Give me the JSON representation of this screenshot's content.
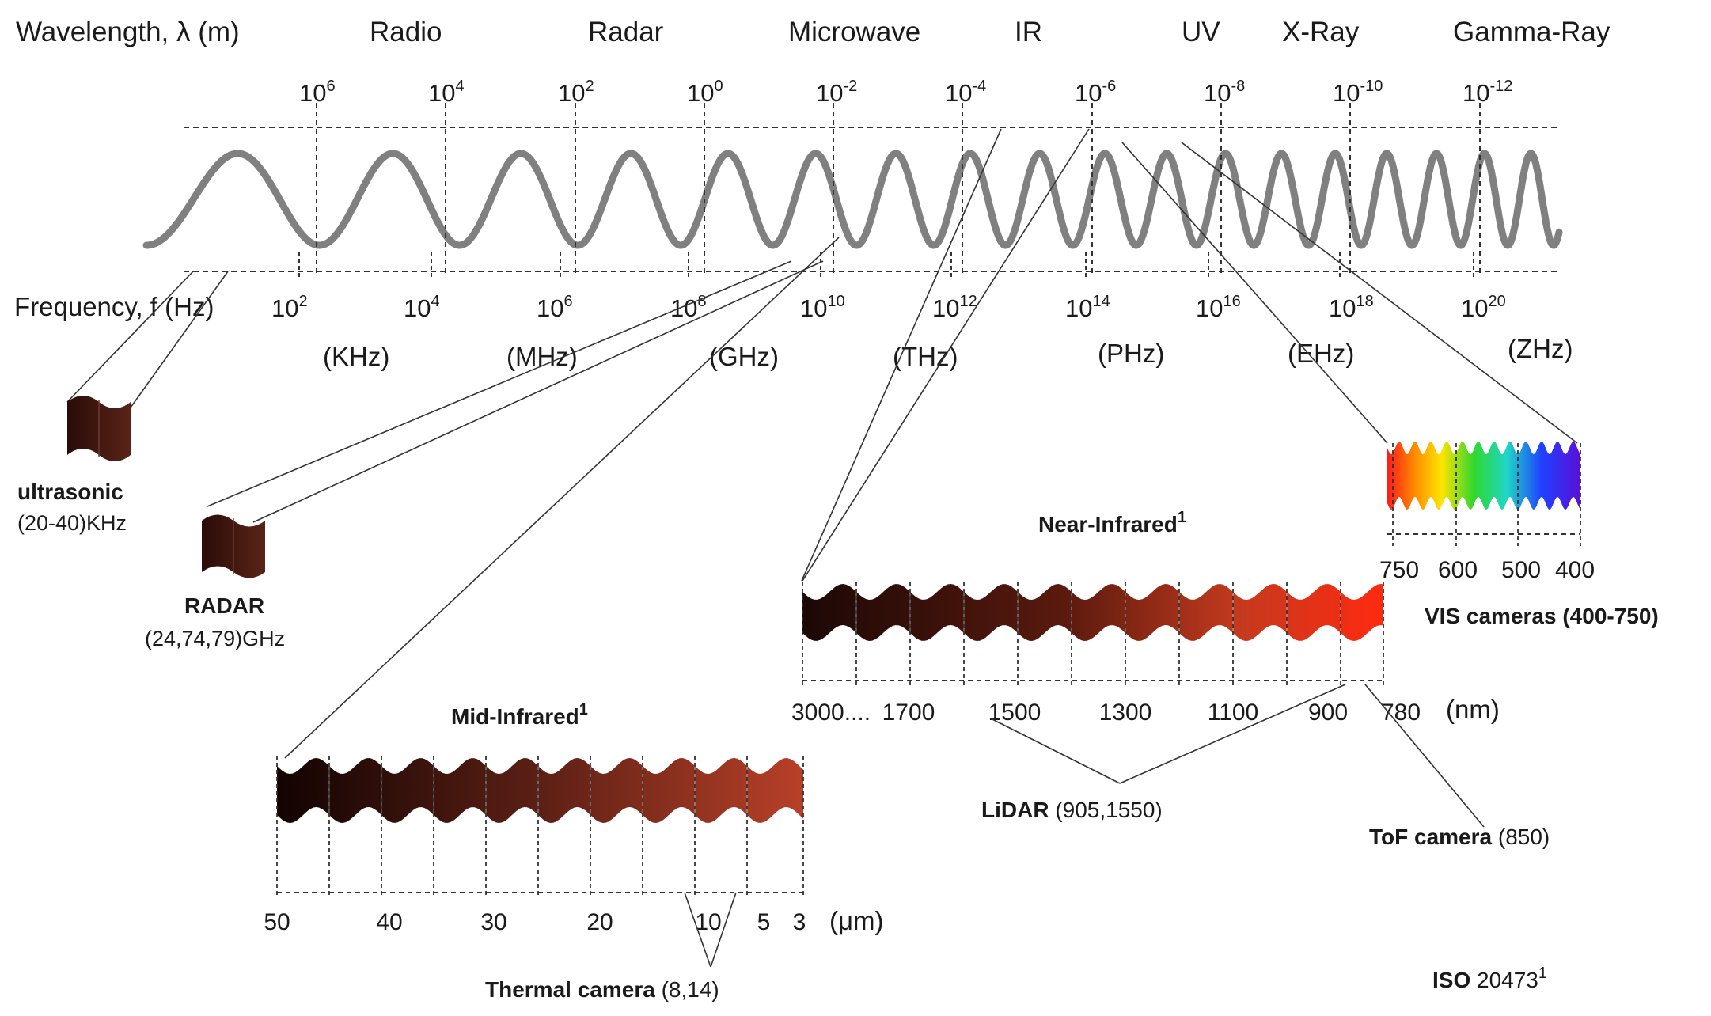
{
  "header": {
    "wavelength_label": "Wavelength, λ (m)",
    "bands": [
      "Radio",
      "Radar",
      "Microwave",
      "IR",
      "UV",
      "X-Ray",
      "Gamma-Ray"
    ]
  },
  "wavelength_ticks": [
    {
      "base": "10",
      "exp": "6"
    },
    {
      "base": "10",
      "exp": "4"
    },
    {
      "base": "10",
      "exp": "2"
    },
    {
      "base": "10",
      "exp": "0"
    },
    {
      "base": "10",
      "exp": "-2"
    },
    {
      "base": "10",
      "exp": "-4"
    },
    {
      "base": "10",
      "exp": "-6"
    },
    {
      "base": "10",
      "exp": "-8"
    },
    {
      "base": "10",
      "exp": "-10"
    },
    {
      "base": "10",
      "exp": "-12"
    }
  ],
  "frequency": {
    "label": "Frequency, f (Hz)",
    "ticks": [
      {
        "base": "10",
        "exp": "2"
      },
      {
        "base": "10",
        "exp": "4"
      },
      {
        "base": "10",
        "exp": "6"
      },
      {
        "base": "10",
        "exp": "8"
      },
      {
        "base": "10",
        "exp": "10"
      },
      {
        "base": "10",
        "exp": "12"
      },
      {
        "base": "10",
        "exp": "14"
      },
      {
        "base": "10",
        "exp": "16"
      },
      {
        "base": "10",
        "exp": "18"
      },
      {
        "base": "10",
        "exp": "20"
      }
    ],
    "units": [
      "(KHz)",
      "(MHz)",
      "(GHz)",
      "(THz)",
      "(PHz)",
      "(EHz)",
      "(ZHz)"
    ]
  },
  "sensors": {
    "ultrasonic": {
      "name": "ultrasonic",
      "range": "(20-40)KHz"
    },
    "radar": {
      "name": "RADAR",
      "range": "(24,74,79)GHz"
    },
    "vis": {
      "name": "VIS cameras (400-750)",
      "axis": [
        "750",
        "600",
        "500",
        "400"
      ]
    },
    "lidar": {
      "name": "LiDAR",
      "range": " (905,1550)"
    },
    "tof": {
      "name": "ToF camera",
      "range": " (850)"
    },
    "thermal": {
      "name": "Thermal camera",
      "range": " (8,14)"
    }
  },
  "near_infrared": {
    "title": "Near-Infrared",
    "sup": "1",
    "axis": [
      "3000....",
      "1700",
      "1500",
      "1300",
      "1100",
      "900",
      "780"
    ],
    "unit": "(nm)"
  },
  "mid_infrared": {
    "title": "Mid-Infrared",
    "sup": "1",
    "axis": [
      "50",
      "40",
      "30",
      "20",
      "10",
      "5",
      "3"
    ],
    "unit": "(μm)"
  },
  "footnote": {
    "bold": "ISO",
    "text": " 20473",
    "sup": "1"
  },
  "colors": {
    "wave": "#808080",
    "dashed": "#333333",
    "ir_dark": "#1c0806",
    "ir_light": "#ff2a10",
    "ultrasonic": "#3a1510"
  }
}
